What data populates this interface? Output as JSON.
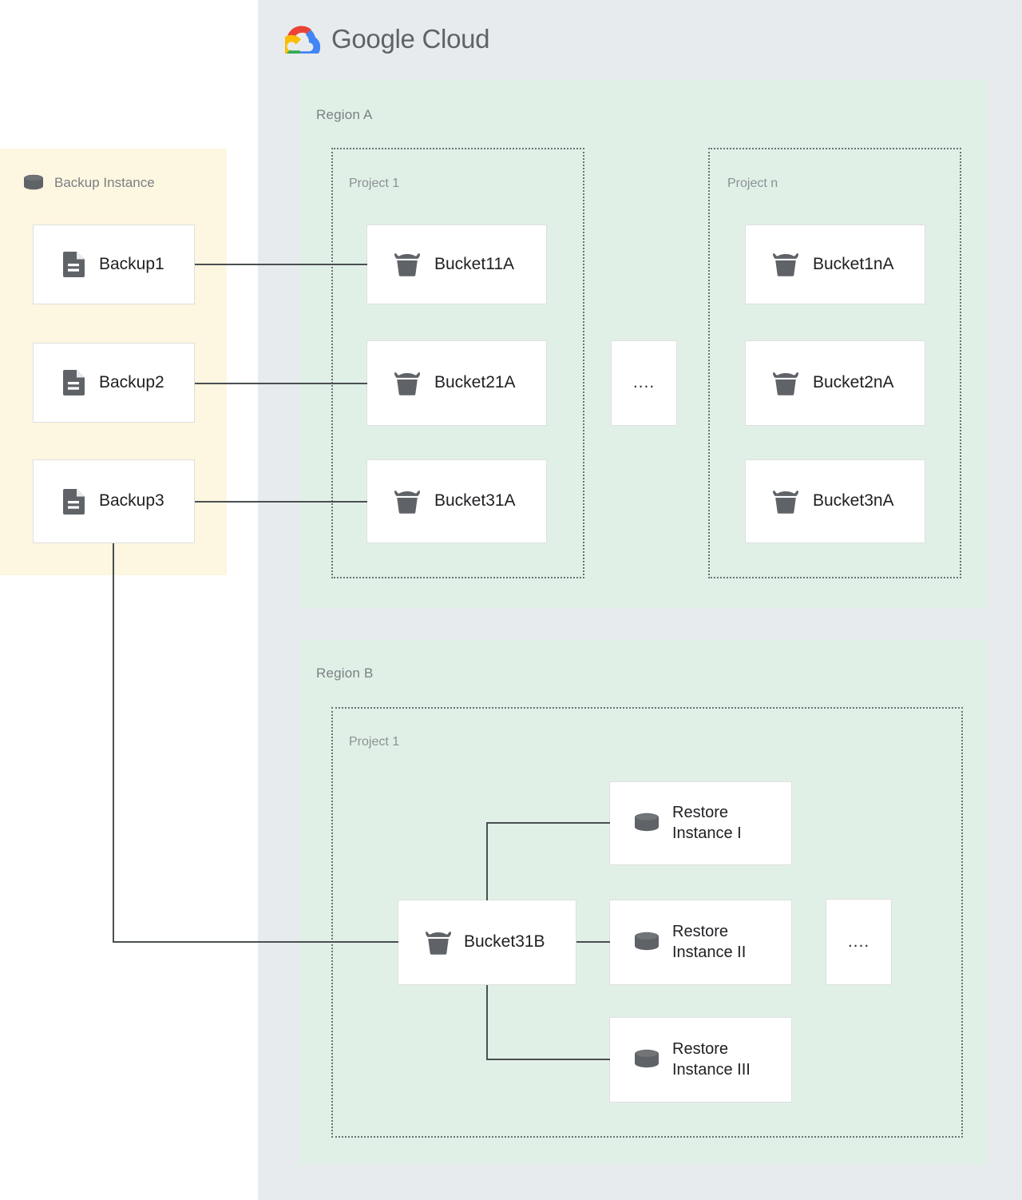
{
  "brand": {
    "name_1": "Google",
    "name_2": "Cloud",
    "logo_icon": "google-cloud-logo",
    "colors": {
      "red": "#EA4335",
      "blue": "#4285F4",
      "yellow": "#FBBC05",
      "green": "#34A853"
    }
  },
  "panels": {
    "cloud_bg": "#e8ebed",
    "backup_bg": "#fdf6e0",
    "region_bg": "#e1f0e7"
  },
  "backup_instance": {
    "title": "Backup Instance",
    "icon": "database-cylinder-icon",
    "items": [
      {
        "label": "Backup1",
        "icon": "document-icon"
      },
      {
        "label": "Backup2",
        "icon": "document-icon"
      },
      {
        "label": "Backup3",
        "icon": "document-icon"
      }
    ]
  },
  "region_a": {
    "label": "Region A",
    "projects": [
      {
        "label": "Project 1",
        "buckets": [
          {
            "label": "Bucket11A",
            "icon": "bucket-icon"
          },
          {
            "label": "Bucket21A",
            "icon": "bucket-icon"
          },
          {
            "label": "Bucket31A",
            "icon": "bucket-icon"
          }
        ]
      },
      {
        "label": "Project n",
        "buckets": [
          {
            "label": "Bucket1nA",
            "icon": "bucket-icon"
          },
          {
            "label": "Bucket2nA",
            "icon": "bucket-icon"
          },
          {
            "label": "Bucket3nA",
            "icon": "bucket-icon"
          }
        ]
      }
    ],
    "ellipsis": "...."
  },
  "region_b": {
    "label": "Region B",
    "project": {
      "label": "Project 1"
    },
    "bucket": {
      "label": "Bucket31B",
      "icon": "bucket-icon"
    },
    "restore_instances": [
      {
        "line1": "Restore",
        "line2": "Instance I",
        "icon": "database-cylinder-icon"
      },
      {
        "line1": "Restore",
        "line2": "Instance II",
        "icon": "database-cylinder-icon"
      },
      {
        "line1": "Restore",
        "line2": "Instance III",
        "icon": "database-cylinder-icon"
      }
    ],
    "ellipsis": "...."
  }
}
